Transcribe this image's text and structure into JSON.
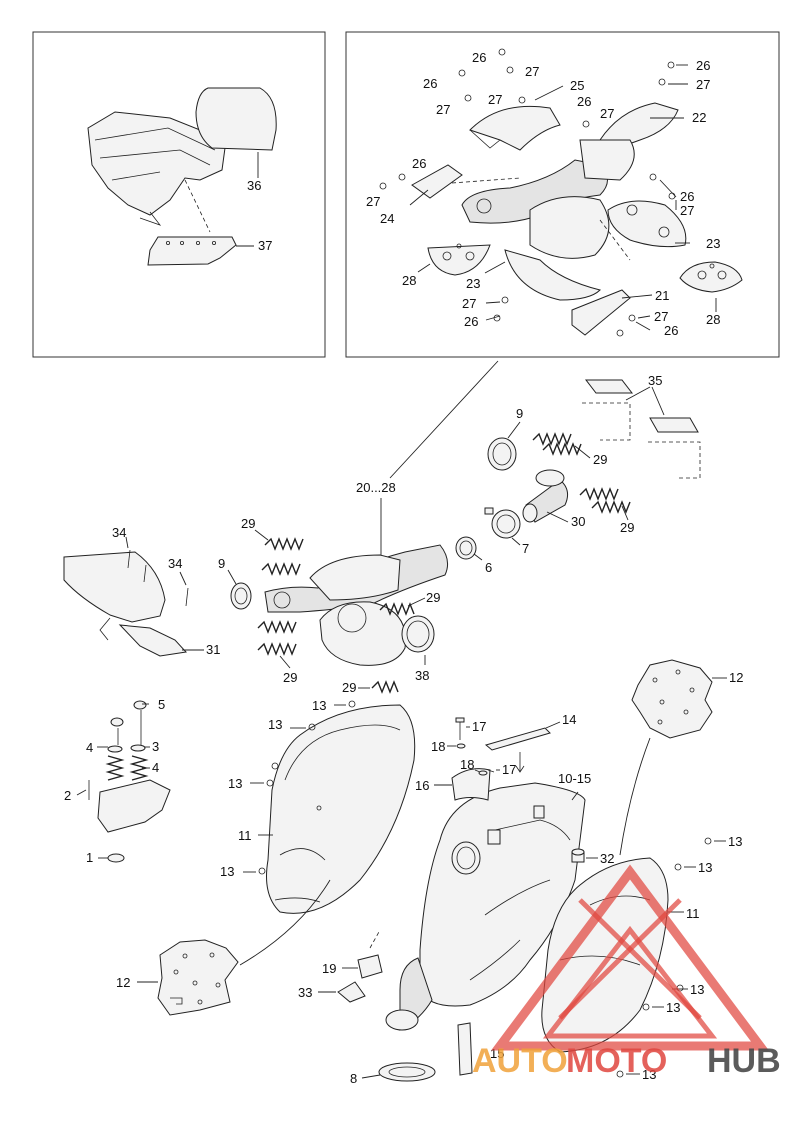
{
  "callouts": {
    "c1": "1",
    "c2": "2",
    "c3": "3",
    "c4a": "4",
    "c4b": "4",
    "c5": "5",
    "c6": "6",
    "c7": "7",
    "c8": "8",
    "c9a": "9",
    "c9b": "9",
    "c10_15": "10-15",
    "c11a": "11",
    "c11b": "11",
    "c12a": "12",
    "c12b": "12",
    "c13a": "13",
    "c13b": "13",
    "c13c": "13",
    "c13d": "13",
    "c13e": "13",
    "c13f": "13",
    "c13g": "13",
    "c13h": "13",
    "c13i": "13",
    "c14": "14",
    "c15a": "15",
    "c16": "16",
    "c17a": "17",
    "c17b": "17",
    "c18a": "18",
    "c18b": "18",
    "c19": "19",
    "c20_28": "20...28",
    "c21": "21",
    "c22": "22",
    "c23a": "23",
    "c23b": "23",
    "c24": "24",
    "c25": "25",
    "c26a": "26",
    "c26b": "26",
    "c26c": "26",
    "c26d": "26",
    "c26e": "26",
    "c26f": "26",
    "c26g": "26",
    "c26h": "26",
    "c27a": "27",
    "c27b": "27",
    "c27c": "27",
    "c27d": "27",
    "c27e": "27",
    "c27f": "27",
    "c27g": "27",
    "c27h": "27",
    "c27i": "27",
    "c28a": "28",
    "c28b": "28",
    "c29a": "29",
    "c29b": "29",
    "c29c": "29",
    "c29d": "29",
    "c29e": "29",
    "c29f": "29",
    "c30": "30",
    "c31": "31",
    "c32": "32",
    "c33": "33",
    "c34a": "34",
    "c34b": "34",
    "c35": "35",
    "c36": "36",
    "c37": "37",
    "c38": "38"
  },
  "watermark": {
    "part1": "AUTO",
    "part2": "MOTO",
    "part3": "HUB",
    "colors": {
      "auto": "#f0a23a",
      "moto": "#e0463f",
      "hub": "#4a4a4a",
      "triangle": "#e0463f"
    }
  }
}
